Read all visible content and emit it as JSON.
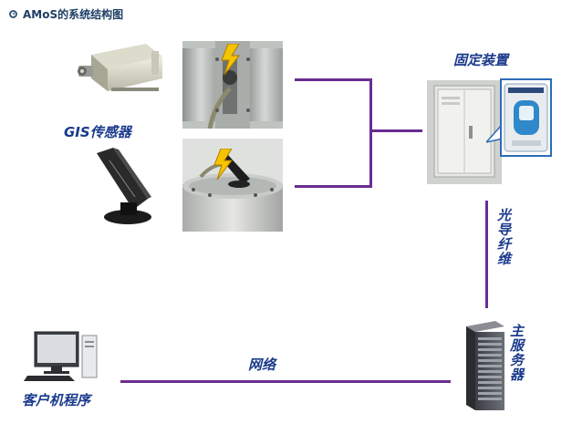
{
  "header": {
    "title": "AMoS的系统结构图"
  },
  "labels": {
    "gis_sensor": "GIS传感器",
    "fixed_device": "固定装置",
    "optical_fiber": "光导纤维",
    "main_server": "主服务器",
    "network": "网络",
    "client_program": "客户机程序"
  },
  "colors": {
    "connection_line": "#6a2c91",
    "label_text": "#1a3a8c",
    "lightning": "#f5c400"
  },
  "icons": [
    "lightning-icon",
    "sensor-device-icon",
    "antenna-sensor-icon",
    "cabinet-icon",
    "monitor-panel-icon",
    "server-rack-icon",
    "desktop-computer-icon"
  ]
}
